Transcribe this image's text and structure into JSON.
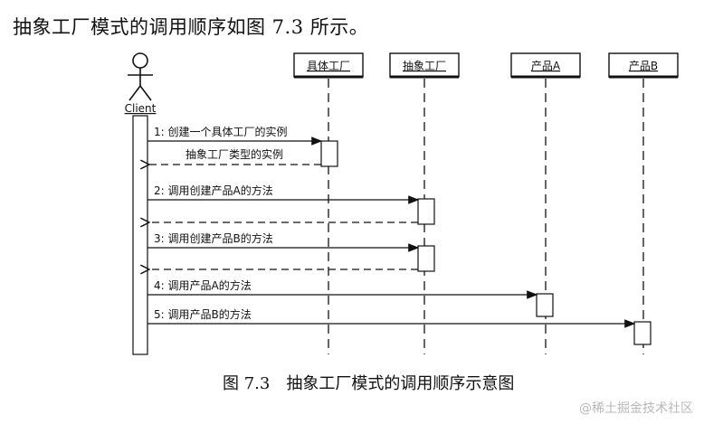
{
  "intro_text": "抽象工厂模式的调用顺序如图 7.3 所示。",
  "caption": "图 7.3　抽象工厂模式的调用顺序示意图",
  "watermark": "@稀土掘金技术社区",
  "diagram": {
    "actor": {
      "label": "Client"
    },
    "objects": [
      {
        "label": "具体工厂"
      },
      {
        "label": "抽象工厂"
      },
      {
        "label": "产品A"
      },
      {
        "label": "产品B"
      }
    ],
    "messages": [
      {
        "label": "1: 创建一个具体工厂的实例"
      },
      {
        "label": "抽象工厂类型的实例"
      },
      {
        "label": "2: 调用创建产品A的方法"
      },
      {
        "label": "3: 调用创建产品B的方法"
      },
      {
        "label": "4: 调用产品A的方法"
      },
      {
        "label": "5: 调用产品B的方法"
      }
    ]
  }
}
